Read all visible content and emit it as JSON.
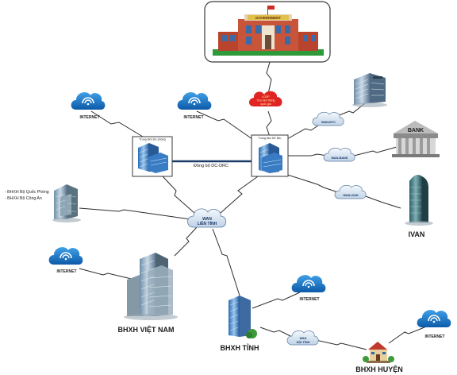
{
  "nodes": {
    "government": {
      "sign": "GOVERNMENT"
    },
    "dr_center": {
      "label": "Trung tâm Dự phòng"
    },
    "data_center": {
      "label": "Trung tâm Dữ liệu"
    },
    "ldsp": {
      "lines": [
        "LGSP",
        "Trục liên thông",
        "quốc gia"
      ]
    },
    "internet_1": {
      "label": "INTERNET"
    },
    "internet_2": {
      "label": "INTERNET"
    },
    "internet_3": {
      "label": "INTERNET"
    },
    "internet_4": {
      "label": "INTERNET"
    },
    "internet_5": {
      "label": "INTERNET"
    },
    "wan_province": {
      "lines": [
        "WAN",
        "LIÊN TỈNH"
      ]
    },
    "wan_ttp": {
      "label": "WAN-ĐTC"
    },
    "wan_bank": {
      "label": "WAN-BANK"
    },
    "wan_ivan": {
      "label": "WAN-IVAN"
    },
    "wan_internal": {
      "lines": [
        "WAN",
        "NỘI TỈNH"
      ]
    },
    "bank": {
      "sign": "BANK"
    },
    "ivan": {
      "label": "IVAN"
    },
    "bhxh_vn": {
      "label": "BHXH VIỆT NAM"
    },
    "bhxh_tinh": {
      "label": "BHXH TỈNH"
    },
    "bhxh_huyen": {
      "label": "BHXH HUYỆN"
    },
    "sync": {
      "label": "Đồng bộ DC-DRC"
    },
    "ministries": {
      "items": [
        "- BHXH Bộ Quốc Phòng",
        "- BHXH Bộ Công An"
      ]
    }
  }
}
